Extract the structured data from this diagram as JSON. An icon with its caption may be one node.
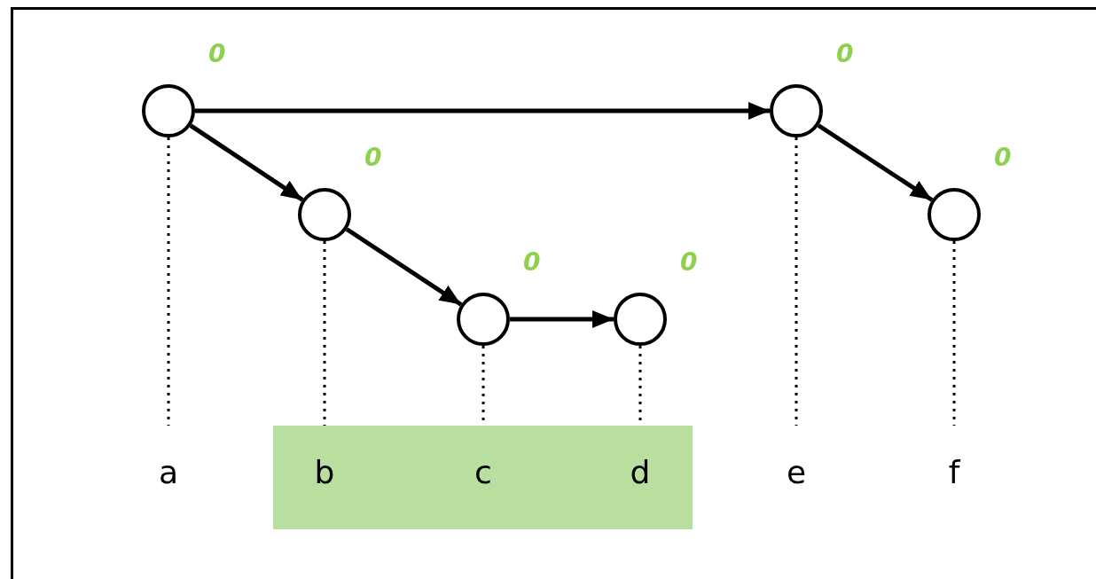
{
  "diagram": {
    "nodes": [
      {
        "text": [],
        "shape": "circle",
        "beside": [
          "0"
        ]
      },
      {
        "text": [],
        "shape": "circle",
        "beside": [
          "0"
        ]
      },
      {
        "text": [],
        "shape": "circle",
        "beside": [
          "0"
        ]
      },
      {
        "text": [],
        "shape": "circle",
        "beside": [
          "0"
        ]
      },
      {
        "text": [],
        "shape": "circle",
        "beside": [
          "0"
        ]
      },
      {
        "text": [],
        "shape": "circle",
        "beside": [
          "0"
        ]
      },
      {
        "text": [],
        "shape": "box"
      },
      {
        "text": [
          "a"
        ]
      },
      {
        "text": [
          "b"
        ],
        "in": 6
      },
      {
        "text": [
          "c"
        ],
        "in": 6
      },
      {
        "text": [
          "d"
        ],
        "in": 6
      },
      {
        "text": [
          "e"
        ]
      },
      {
        "text": [
          "f"
        ]
      }
    ],
    "edges": [
      {
        "from": 0,
        "to": 4,
        "arrow": "to"
      },
      {
        "from": 0,
        "to": 1,
        "arrow": "to"
      },
      {
        "from": 1,
        "to": 2,
        "arrow": "to"
      },
      {
        "from": 2,
        "to": 3,
        "arrow": "to"
      },
      {
        "from": 4,
        "to": 5,
        "arrow": "to"
      },
      {
        "from": 0,
        "to": 7,
        "arrow": "none",
        "style": "dashed"
      },
      {
        "from": 1,
        "to": 8,
        "arrow": "none",
        "style": "dashed"
      },
      {
        "from": 2,
        "to": 9,
        "arrow": "none",
        "style": "dashed"
      },
      {
        "from": 3,
        "to": 10,
        "arrow": "none",
        "style": "dashed"
      },
      {
        "from": 4,
        "to": 11,
        "arrow": "none",
        "style": "dashed"
      },
      {
        "from": 5,
        "to": 12,
        "arrow": "none",
        "style": "dashed"
      }
    ]
  }
}
